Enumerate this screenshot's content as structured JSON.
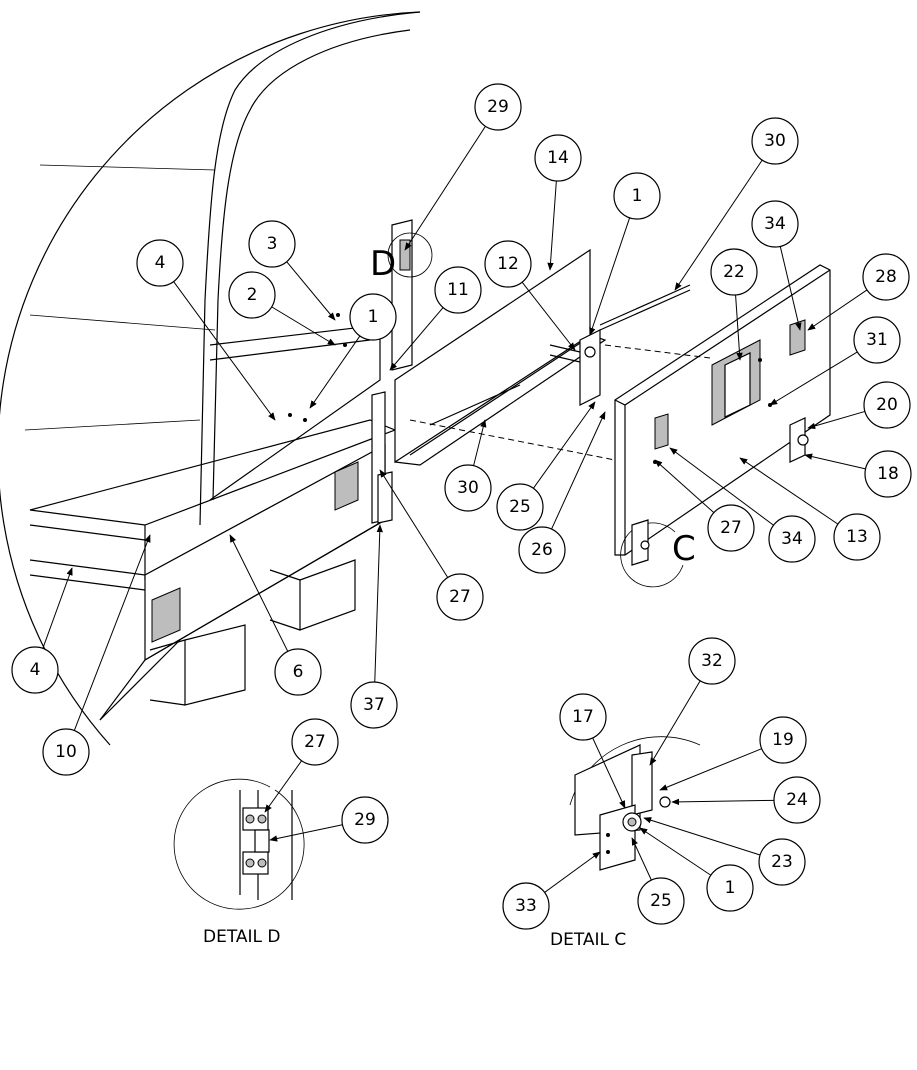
{
  "callouts": [
    "29",
    "14",
    "1",
    "30",
    "3",
    "4",
    "2",
    "1",
    "11",
    "12",
    "22",
    "34",
    "28",
    "31",
    "20",
    "18",
    "13",
    "34",
    "27",
    "C",
    "26",
    "25",
    "30",
    "27",
    "6",
    "37",
    "4",
    "10",
    "32",
    "17",
    "19",
    "24",
    "23",
    "1",
    "25",
    "33",
    "27",
    "29",
    "D"
  ],
  "detail_labels": {
    "detail_d": "DETAIL D",
    "detail_c": "DETAIL C"
  },
  "detail_letters": {
    "c": "C",
    "d": "D"
  }
}
